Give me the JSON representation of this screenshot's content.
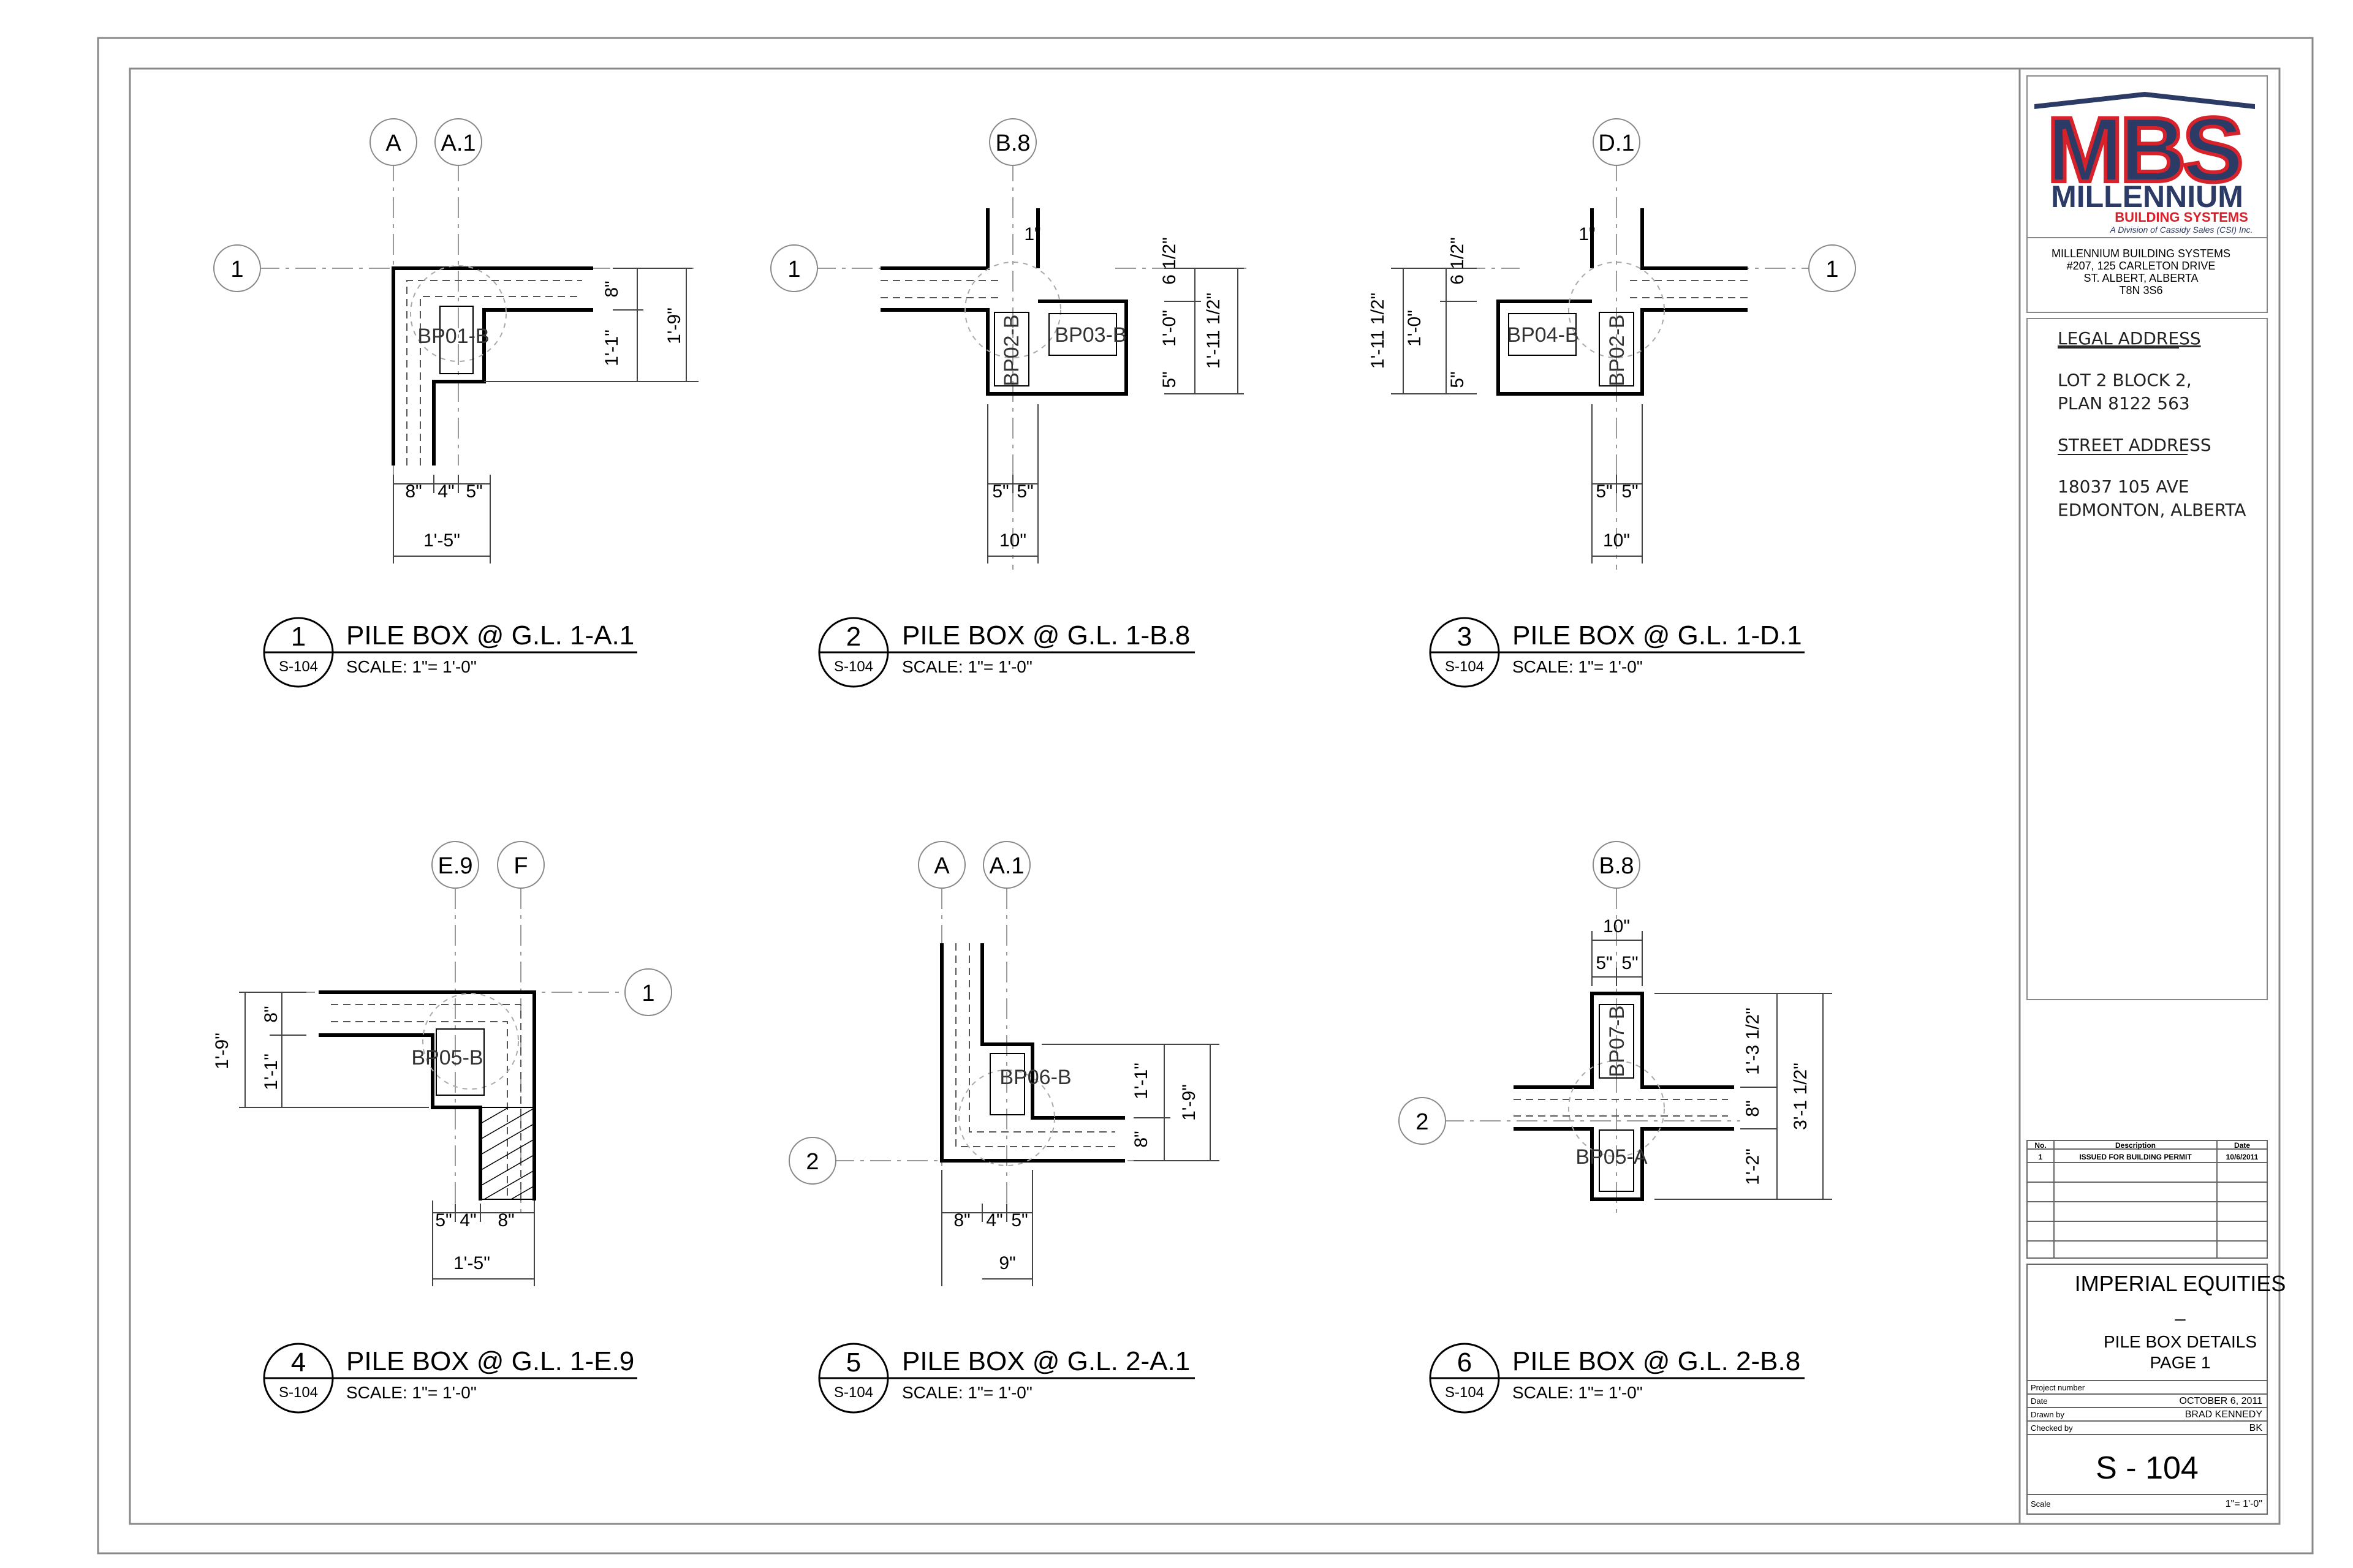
{
  "details": [
    {
      "num": "1",
      "sheet": "S-104",
      "title": "PILE BOX @ G.L. 1-A.1",
      "scale": "SCALE:  1\"= 1'-0\""
    },
    {
      "num": "2",
      "sheet": "S-104",
      "title": "PILE BOX @ G.L. 1-B.8",
      "scale": "SCALE:  1\"= 1'-0\""
    },
    {
      "num": "3",
      "sheet": "S-104",
      "title": "PILE BOX @ G.L. 1-D.1",
      "scale": "SCALE:  1\"= 1'-0\""
    },
    {
      "num": "4",
      "sheet": "S-104",
      "title": "PILE BOX @ G.L. 1-E.9",
      "scale": "SCALE:  1\"= 1'-0\""
    },
    {
      "num": "5",
      "sheet": "S-104",
      "title": "PILE BOX @ G.L. 2-A.1",
      "scale": "SCALE:  1\"= 1'-0\""
    },
    {
      "num": "6",
      "sheet": "S-104",
      "title": "PILE BOX @ G.L. 2-B.8",
      "scale": "SCALE:  1\"= 1'-0\""
    }
  ],
  "grid": {
    "d1": [
      "A",
      "A.1",
      "1"
    ],
    "d2": [
      "B.8",
      "1"
    ],
    "d3": [
      "D.1",
      "1"
    ],
    "d4": [
      "E.9",
      "F",
      "1"
    ],
    "d5": [
      "A",
      "A.1",
      "2"
    ],
    "d6": [
      "B.8",
      "2"
    ]
  },
  "tags": {
    "d1": [
      "BP01-B"
    ],
    "d2": [
      "BP02-B",
      "BP03-B"
    ],
    "d3": [
      "BP04-B",
      "BP02-B"
    ],
    "d4": [
      "BP05-B"
    ],
    "d5": [
      "BP06-B"
    ],
    "d6": [
      "BP07-B",
      "BP05-A"
    ]
  },
  "dims": {
    "d1": [
      "8\"",
      "4\"",
      "5\"",
      "1'-5\"",
      "8\"",
      "1'-1\"",
      "1'-9\""
    ],
    "d2": [
      "1\"",
      "5\"",
      "5\"",
      "10\"",
      "6 1/2\"",
      "1'-0\"",
      "5\"",
      "1'-11 1/2\""
    ],
    "d3": [
      "1\"",
      "5\"",
      "5\"",
      "10\"",
      "6 1/2\"",
      "1'-0\"",
      "5\"",
      "1'-11 1/2\""
    ],
    "d4": [
      "5\"",
      "4\"",
      "8\"",
      "1'-5\"",
      "8\"",
      "1'-1\"",
      "1'-9\""
    ],
    "d5": [
      "8\"",
      "4\"",
      "5\"",
      "9\"",
      "1'-1\"",
      "8\"",
      "1'-9\""
    ],
    "d6": [
      "10\"",
      "5\"",
      "5\"",
      "1'-3 1/2\"",
      "8\"",
      "1'-2\"",
      "3'-1 1/2\""
    ]
  },
  "title_block": {
    "logo_letters": "MBS",
    "logo_name": "MILLENNIUM",
    "logo_sub": "BUILDING SYSTEMS",
    "logo_division": "A Division of Cassidy Sales (CSI) Inc.",
    "company": {
      "name": "MILLENNIUM BUILDING SYSTEMS",
      "address1": "#207, 125 CARLETON DRIVE",
      "address2": "ST. ALBERT,  ALBERTA",
      "postal": "T8N 3S6"
    },
    "legal_heading": "LEGAL ADDRESS",
    "legal_line1": "LOT 2 BLOCK 2,",
    "legal_line2": "PLAN 8122 563",
    "street_heading": "STREET ADDRESS",
    "street_line1": "18037 105 AVE",
    "street_line2": "EDMONTON, ALBERTA",
    "revisions": {
      "headers": [
        "No.",
        "Description",
        "Date"
      ],
      "rows": [
        [
          "1",
          "ISSUED FOR BUILDING PERMIT",
          "10/6/2011"
        ]
      ]
    },
    "client": "IMPERIAL EQUITIES",
    "client_dash": "_",
    "sheet_title1": "PILE BOX DETAILS",
    "sheet_title2": "PAGE 1",
    "fields": [
      {
        "label": "Project number",
        "value": ""
      },
      {
        "label": "Date",
        "value": "OCTOBER 6, 2011"
      },
      {
        "label": "Drawn by",
        "value": "BRAD KENNEDY"
      },
      {
        "label": "Checked by",
        "value": "BK"
      }
    ],
    "sheet_number": "S - 104",
    "scale_label": "Scale",
    "scale_value": "1\"= 1'-0\""
  },
  "colors": {
    "line": "#000000",
    "grid": "#9a9a9a",
    "logo_red": "#d8222b",
    "logo_navy": "#2c3a66"
  }
}
